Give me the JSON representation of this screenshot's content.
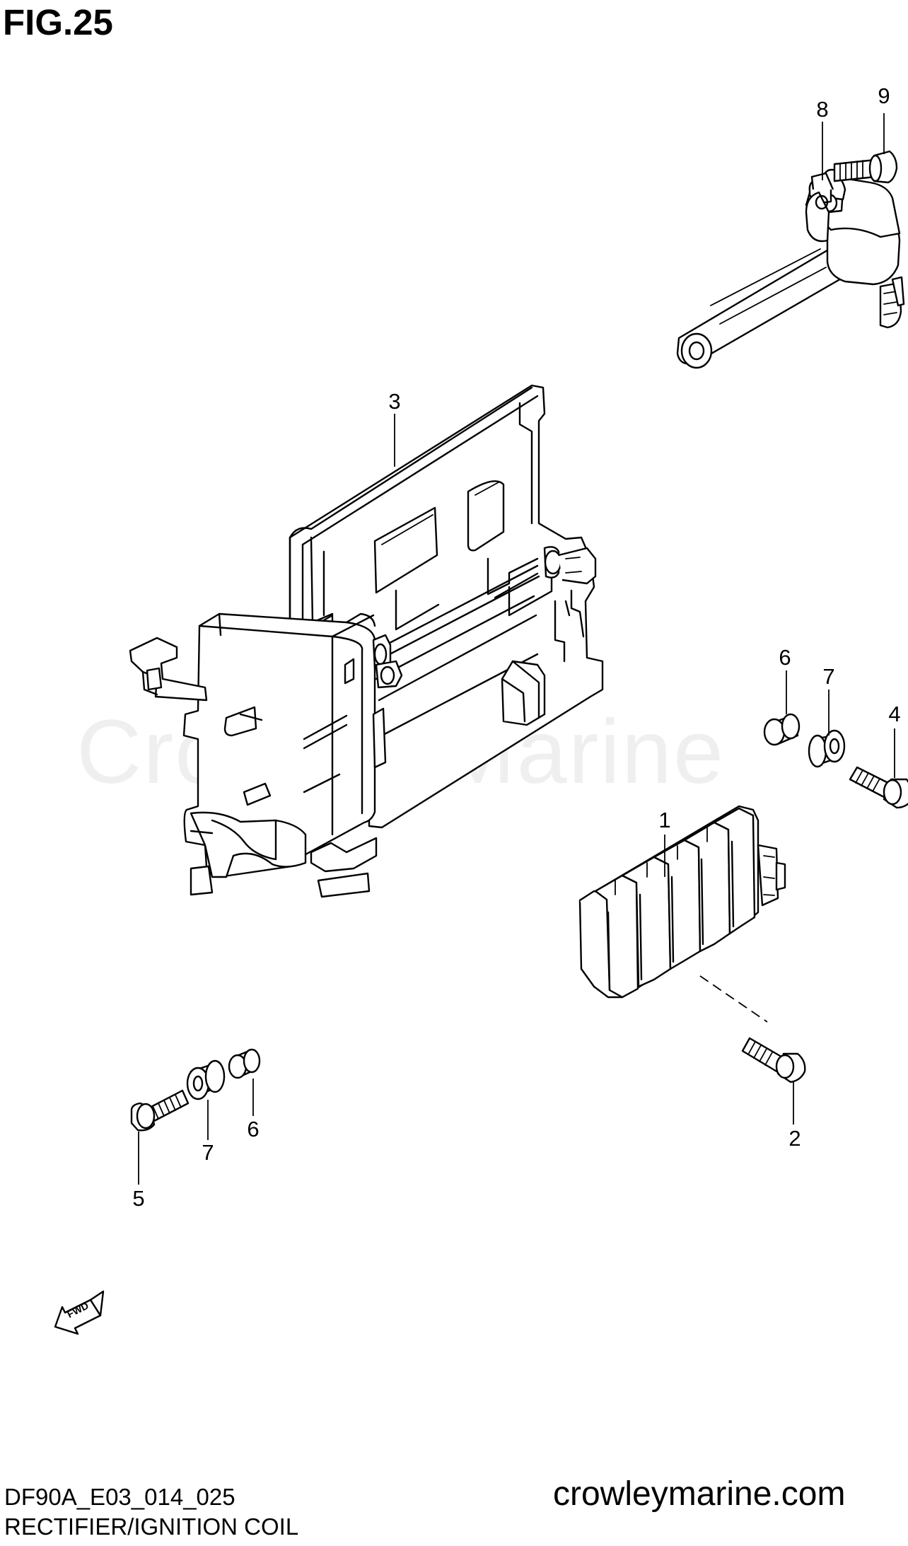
{
  "figure": {
    "title": "FIG.25",
    "watermark": "Crowley Marine",
    "code": "DF90A_E03_014_025",
    "section_title": "RECTIFIER/IGNITION COIL",
    "website": "crowleymarine.com",
    "fwd_label": "FWD"
  },
  "callouts": [
    {
      "id": "c1",
      "label": "1"
    },
    {
      "id": "c2",
      "label": "2"
    },
    {
      "id": "c3",
      "label": "3"
    },
    {
      "id": "c4",
      "label": "4"
    },
    {
      "id": "c5",
      "label": "5"
    },
    {
      "id": "c6a",
      "label": "6"
    },
    {
      "id": "c6b",
      "label": "6"
    },
    {
      "id": "c7a",
      "label": "7"
    },
    {
      "id": "c7b",
      "label": "7"
    },
    {
      "id": "c8",
      "label": "8"
    },
    {
      "id": "c9",
      "label": "9"
    }
  ]
}
